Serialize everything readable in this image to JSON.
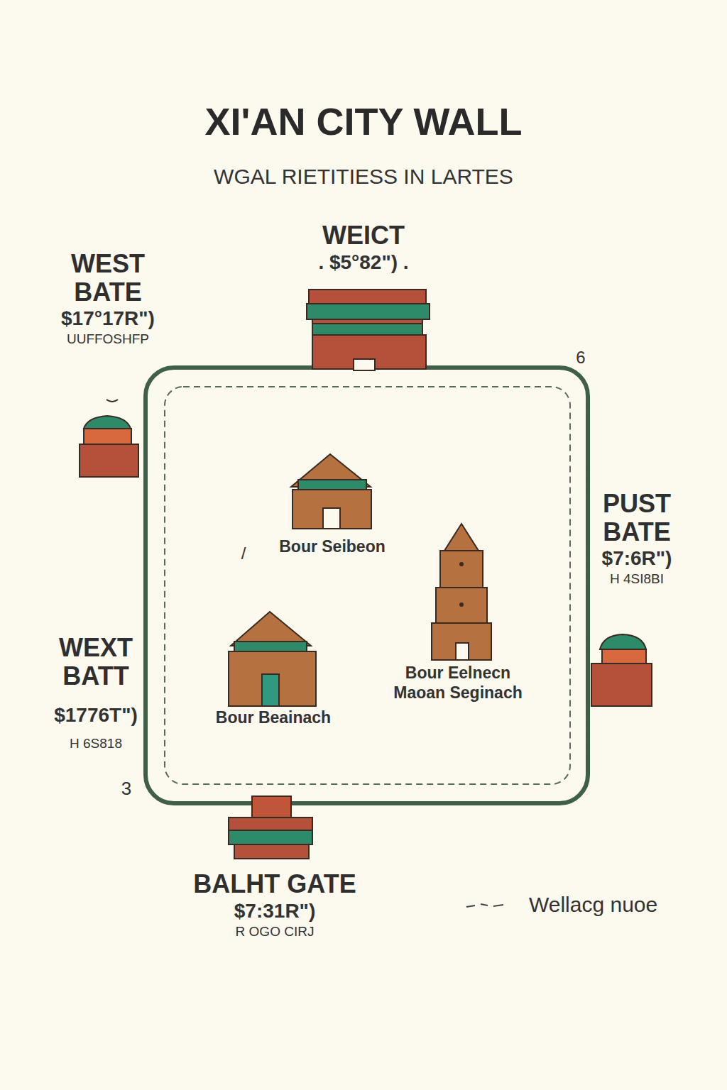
{
  "diagram": {
    "title": "XI'AN CITY WALL",
    "nodes": [
      {
        "text": [
          "WEICT",
          ". $5°82\") ."
        ]
      },
      {
        "text": [
          "WEST BATE",
          "$17°17R\")",
          "UUFFOSHFP"
        ]
      },
      {
        "text": [
          "Bour Seibeon"
        ]
      },
      {
        "text": [
          "PUST BATE",
          "$7:6R\")",
          "H 4SI8BI"
        ]
      },
      {
        "text": [
          "Bour Eelnecn Maoan Seginach"
        ]
      },
      {
        "text": [
          "Bour Beainach"
        ]
      },
      {
        "text": [
          "BALHT GATE",
          "$7:31R\")",
          "R OGO CIRJ"
        ]
      }
    ],
    "labels": [
      "WGAL RIETITIESS IN LARTES",
      "6",
      "/",
      "WEXT BATT",
      "$1776T\")",
      "H 6S818",
      "3"
    ],
    "legend": [
      {
        "text": "Wellacg nuoe"
      }
    ]
  }
}
